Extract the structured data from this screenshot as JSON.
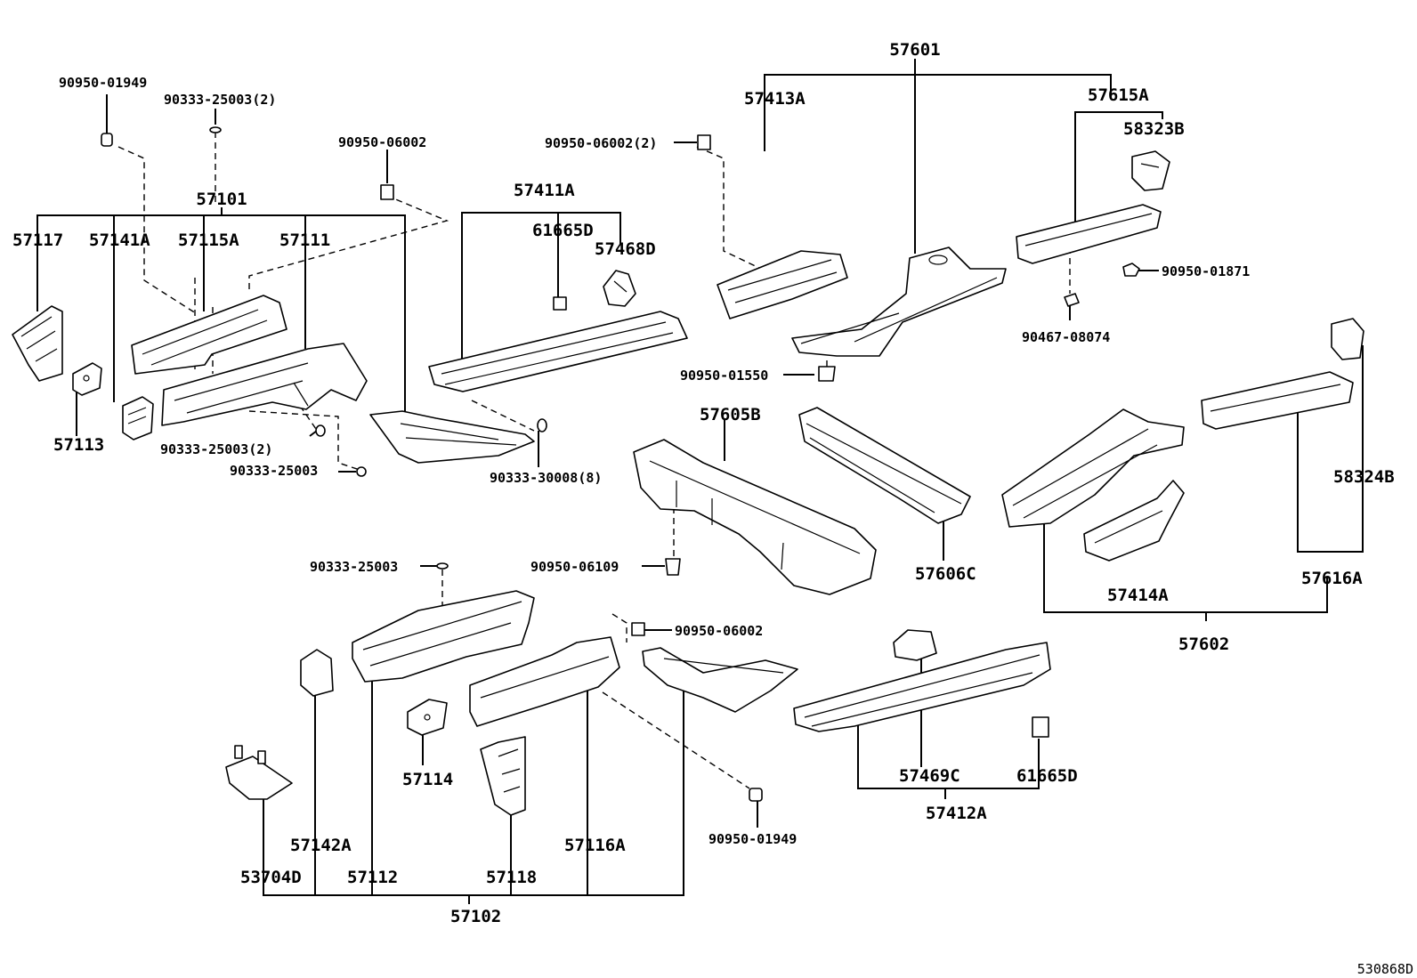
{
  "labels": {
    "l57601": "57601",
    "l57413A": "57413A",
    "l57615A": "57615A",
    "l58323B": "58323B",
    "l90950_01949_top": "90950-01949",
    "l90333_25003_2_top": "90333-25003(2)",
    "l90950_06002_a": "90950-06002",
    "l90950_06002_2": "90950-06002(2)",
    "l57101": "57101",
    "l57117": "57117",
    "l57141A": "57141A",
    "l57115A": "57115A",
    "l57111": "57111",
    "l57411A": "57411A",
    "l61665D_top": "61665D",
    "l57468D": "57468D",
    "l90950_01871": "90950-01871",
    "l90467_08074": "90467-08074",
    "l57113": "57113",
    "l90333_25003_2_mid": "90333-25003(2)",
    "l90333_25003_mid": "90333-25003",
    "l90333_30008_8": "90333-30008(8)",
    "l90950_01550": "90950-01550",
    "l57605B": "57605B",
    "l58324B": "58324B",
    "l90950_06109": "90950-06109",
    "l57606C": "57606C",
    "l57414A": "57414A",
    "l57616A": "57616A",
    "l90333_25003_low": "90333-25003",
    "l90950_06002_low": "90950-06002",
    "l57602": "57602",
    "l57114": "57114",
    "l57469C": "57469C",
    "l61665D_low": "61665D",
    "l57412A": "57412A",
    "l90950_01949_low": "90950-01949",
    "l57142A": "57142A",
    "l57116A": "57116A",
    "l53704D": "53704D",
    "l57112": "57112",
    "l57118": "57118",
    "l57102": "57102",
    "diagram_code": "530868D"
  }
}
